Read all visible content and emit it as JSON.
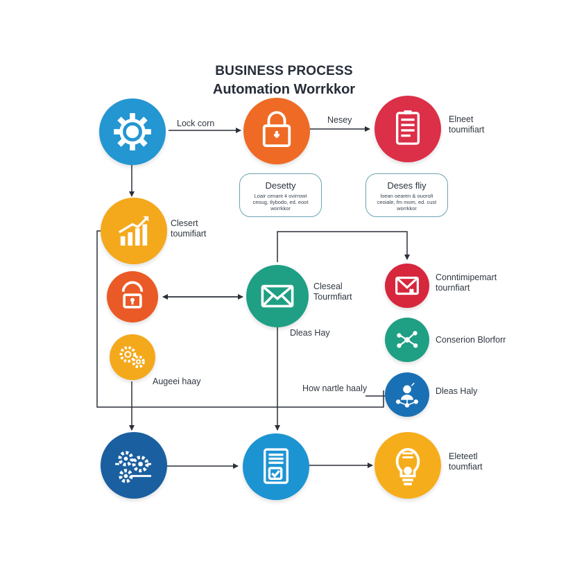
{
  "title": {
    "line1": "BUSINESS PROCESS",
    "line2": "Automation Worrkkor"
  },
  "nodes": [
    {
      "id": "n1",
      "color": "#2496d2",
      "icon": "gear-icon"
    },
    {
      "id": "n2",
      "color": "#ee6a25",
      "icon": "lock-icon"
    },
    {
      "id": "n3",
      "color": "#dc2f48",
      "icon": "document-icon"
    },
    {
      "id": "n4",
      "color": "#f4a81c",
      "icon": "bar-chart-icon"
    },
    {
      "id": "n5",
      "color": "#ea5a26",
      "icon": "house-lock-icon"
    },
    {
      "id": "n6",
      "color": "#1f9f83",
      "icon": "envelope-icon"
    },
    {
      "id": "n7",
      "color": "#d6273d",
      "icon": "mail-icon"
    },
    {
      "id": "n8",
      "color": "#f4a81c",
      "icon": "gears-icon"
    },
    {
      "id": "n9",
      "color": "#1f9f83",
      "icon": "network-icon"
    },
    {
      "id": "n10",
      "color": "#1a70b4",
      "icon": "person-network-icon"
    },
    {
      "id": "n11",
      "color": "#1a5fa0",
      "icon": "cogs-chain-icon"
    },
    {
      "id": "n12",
      "color": "#1d94d2",
      "icon": "checklist-icon"
    },
    {
      "id": "n13",
      "color": "#f6ad1b",
      "icon": "lightbulb-icon"
    }
  ],
  "labels": {
    "n1_right": "Lock corn",
    "n2_right": "Nesey",
    "n3": [
      "Elneet",
      "toumifiart"
    ],
    "n4": [
      "Clesert",
      "toumifiart"
    ],
    "n6": [
      "Cleseal",
      "Tourmfiart"
    ],
    "n6_below": "Dleas Hay",
    "n7": [
      "Conntimipemart",
      "tournfiart"
    ],
    "n8_below": "Augeei haay",
    "n9": "Conserion Blorforr",
    "n10": "Dleas Haly",
    "flow_label": "How nartle haaly",
    "n13": [
      "Eleteetl",
      "toumfiart"
    ]
  },
  "cards": [
    {
      "title": "Desetty",
      "body": [
        "Loair cenant 4 ovirrowt",
        "ceoug, tlybodo, ed. eoot",
        "worrkkor"
      ]
    },
    {
      "title": "Deses fliy",
      "body": [
        "loean oearen & ouorolt",
        "ceoiale, fm mom, ed. cust",
        "worrkkor"
      ]
    }
  ]
}
